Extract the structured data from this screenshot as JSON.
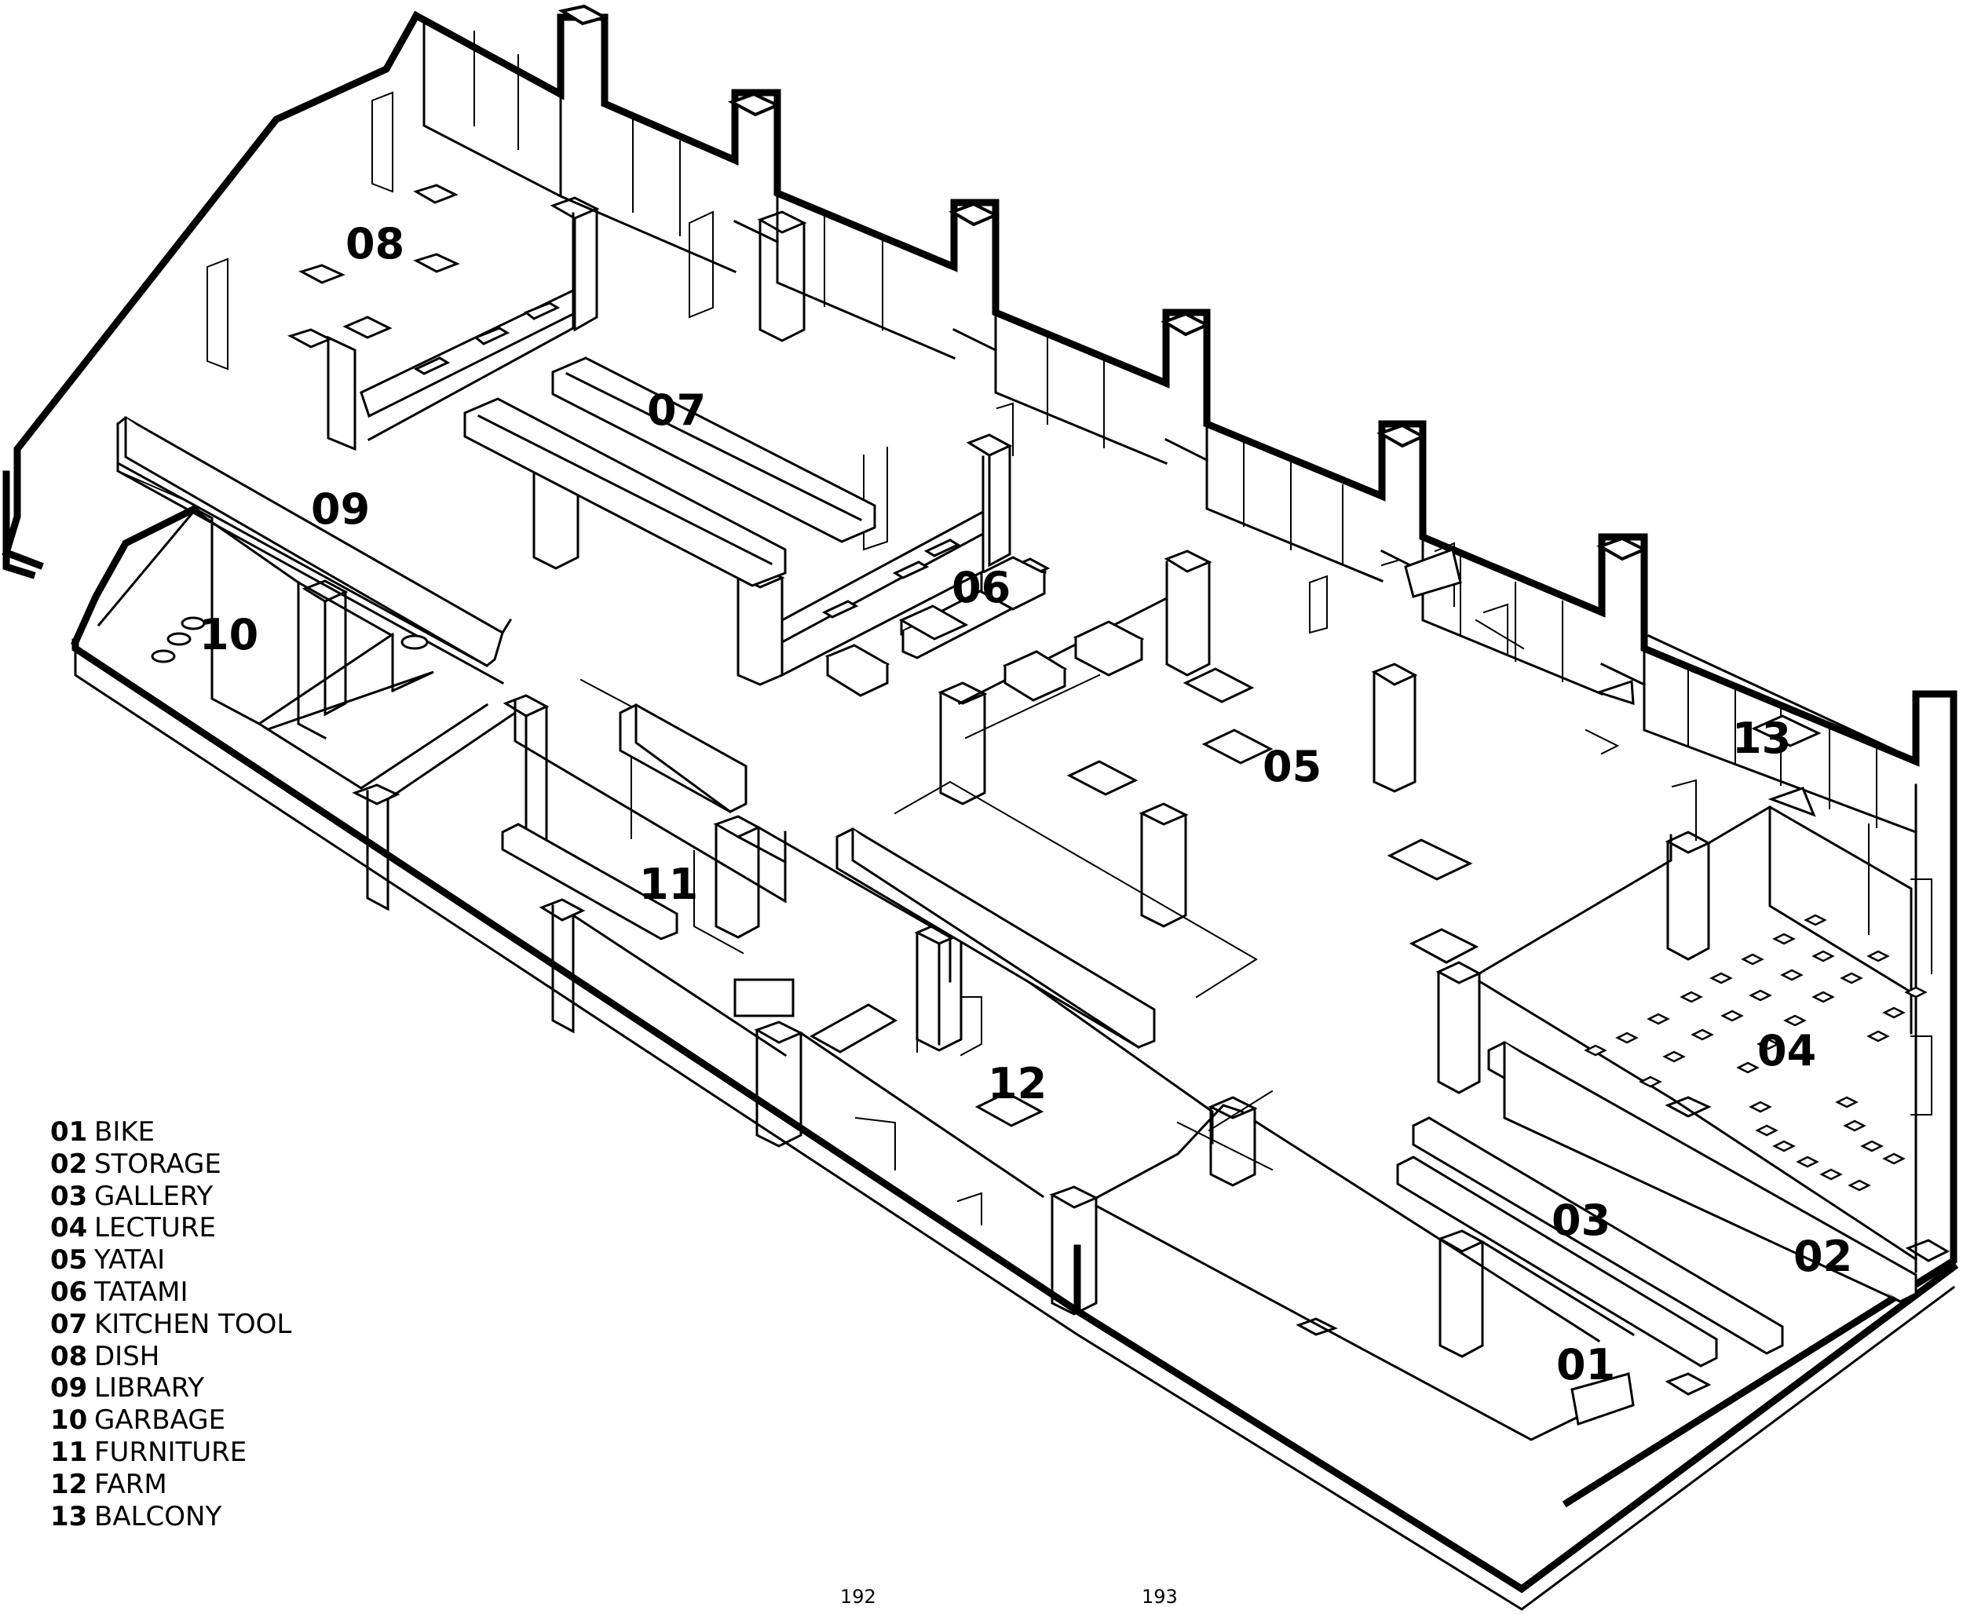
{
  "zones": [
    {
      "number": "01",
      "name": "BIKE"
    },
    {
      "number": "02",
      "name": "STORAGE"
    },
    {
      "number": "03",
      "name": "GALLERY"
    },
    {
      "number": "04",
      "name": "LECTURE"
    },
    {
      "number": "05",
      "name": "YATAI"
    },
    {
      "number": "06",
      "name": "TATAMI"
    },
    {
      "number": "07",
      "name": "KITCHEN TOOL"
    },
    {
      "number": "08",
      "name": "DISH"
    },
    {
      "number": "09",
      "name": "LIBRARY"
    },
    {
      "number": "10",
      "name": "GARBAGE"
    },
    {
      "number": "11",
      "name": "FURNITURE"
    },
    {
      "number": "12",
      "name": "FARM"
    },
    {
      "number": "13",
      "name": "BALCONY"
    }
  ],
  "pages": {
    "left": "192",
    "right": "193"
  },
  "colors": {
    "line": "#000000",
    "background": "#ffffff"
  }
}
